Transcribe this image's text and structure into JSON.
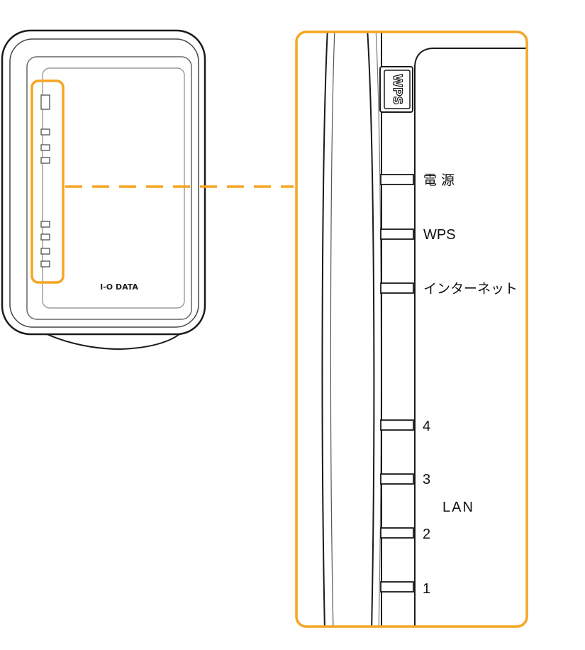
{
  "device": {
    "brand_logo": "I-O DATA",
    "button_label": "WPS"
  },
  "led_labels": {
    "power": "電 源",
    "wps": "WPS",
    "internet": "インターネット",
    "lan4": "4",
    "lan3": "3",
    "lan_group": "LAN",
    "lan2": "2",
    "lan1": "1"
  },
  "colors": {
    "highlight": "#F5A623",
    "outline": "#1a1a1a"
  }
}
